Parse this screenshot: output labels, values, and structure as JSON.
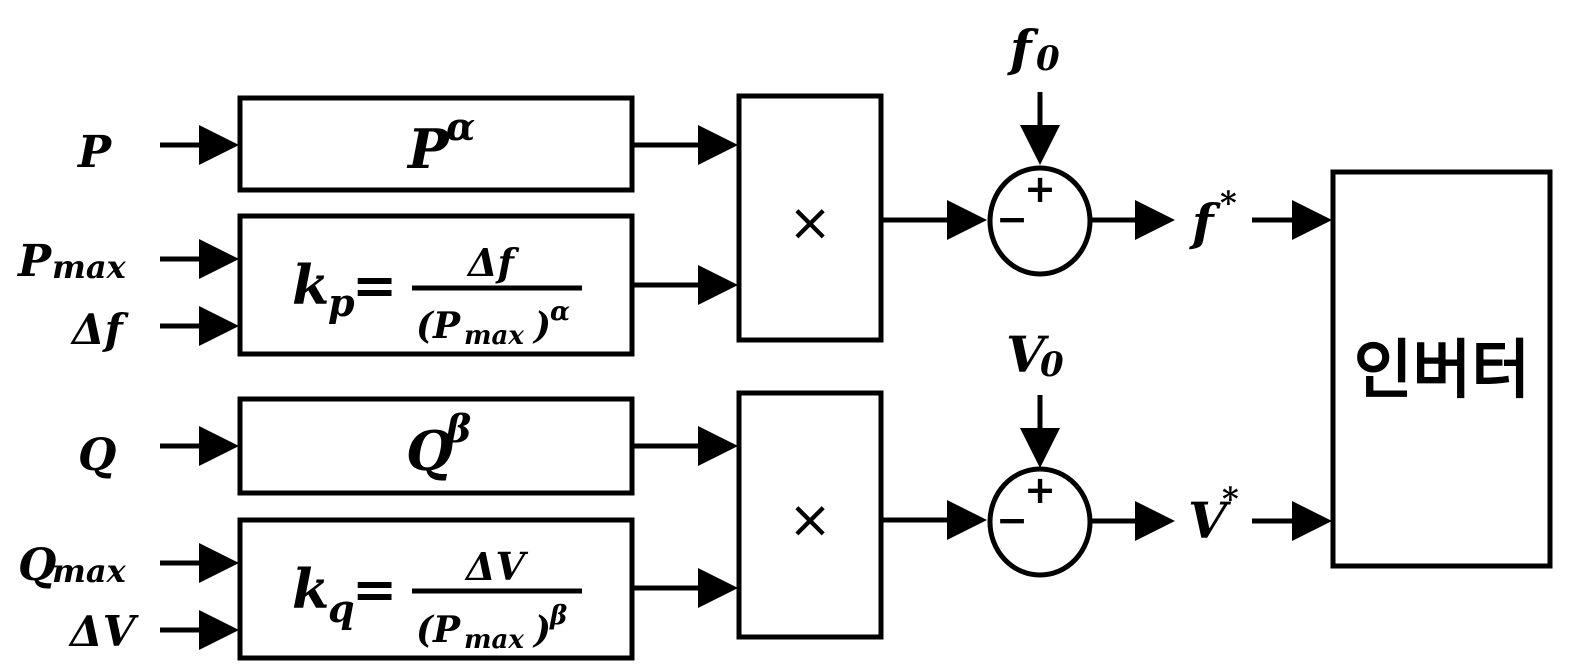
{
  "inputs": {
    "p": "P",
    "p_max_base": "P",
    "p_max_sub": "max",
    "delta_f": "Δf",
    "q": "Q",
    "q_max_base": "Q",
    "q_max_sub": "max",
    "delta_v": "ΔV"
  },
  "blocks": {
    "p_power_base": "P",
    "p_power_exp": "α",
    "kp_base": "k",
    "kp_sub": "p",
    "kp_equals": "=",
    "kp_num": "Δf",
    "kp_den_open": "(P",
    "kp_den_sub": "max",
    "kp_den_close": ")",
    "kp_den_exp": "α",
    "q_power_base": "Q",
    "q_power_exp": "β",
    "kq_base": "k",
    "kq_sub": "q",
    "kq_equals": "=",
    "kq_num": "ΔV",
    "kq_den_open": "(P",
    "kq_den_sub": "max",
    "kq_den_close": ")",
    "kq_den_exp": "β",
    "mult_top": "×",
    "mult_bottom": "×",
    "inverter": "인버터"
  },
  "references": {
    "f0_base": "f",
    "f0_sub": "0",
    "v0_base": "V",
    "v0_sub": "0",
    "f_star_base": "f",
    "f_star_sup": "*",
    "v_star_base": "V",
    "v_star_sup": "*"
  },
  "summers": {
    "plus_top": "+",
    "minus_top": "−",
    "plus_bottom": "+",
    "minus_bottom": "−"
  }
}
